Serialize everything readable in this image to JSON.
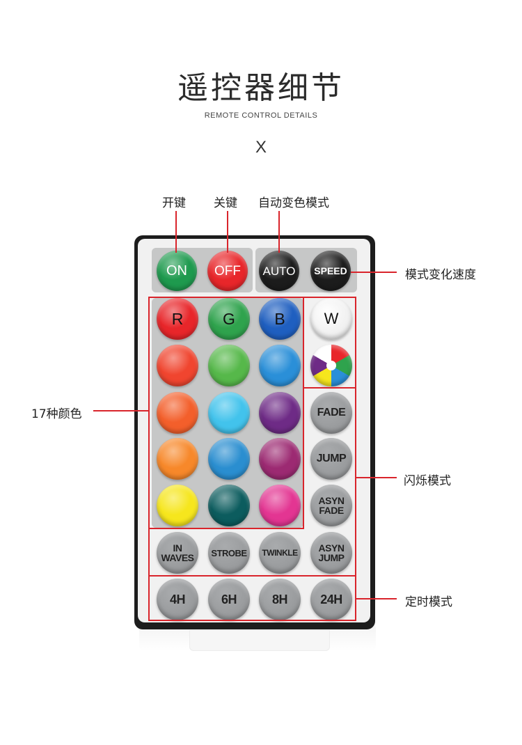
{
  "header": {
    "title": "遥控器细节",
    "subtitle": "REMOTE CONTROL DETAILS",
    "separator": "X"
  },
  "annotations": {
    "power_on": "开键",
    "power_off": "关键",
    "auto_mode": "自动变色模式",
    "speed": "模式变化速度",
    "colors": "17种颜色",
    "flash": "闪烁模式",
    "timer": "定时模式"
  },
  "buttons": {
    "on": "ON",
    "off": "OFF",
    "auto": "AUTO",
    "speed": "SPEED",
    "r": "R",
    "g": "G",
    "b": "B",
    "w": "W",
    "fade": "FADE",
    "jump": "JUMP",
    "asyn_fade_1": "ASYN",
    "asyn_fade_2": "FADE",
    "in_waves_1": "IN",
    "in_waves_2": "WAVES",
    "strobe": "STROBE",
    "twinkle": "TWINKLE",
    "asyn_jump_1": "ASYN",
    "asyn_jump_2": "JUMP",
    "t4h": "4H",
    "t6h": "6H",
    "t8h": "8H",
    "t24h": "24H"
  },
  "colors": {
    "accent_red": "#d9242b",
    "on": "#1e9a4e",
    "off": "#e8262a",
    "auto": "#1c1c1c",
    "speed": "#1c1c1c",
    "r": "#e8262a",
    "g": "#2fa34d",
    "b": "#1f5fc0",
    "row2": [
      "#f0452f",
      "#56b84a",
      "#2a8fd8"
    ],
    "row3": [
      "#f35f2b",
      "#42c3ec",
      "#6e2b86"
    ],
    "row4": [
      "#f7882a",
      "#2a8ed0",
      "#9c2a72"
    ],
    "row5": [
      "#f6e61d",
      "#0c5c5e",
      "#e33592"
    ]
  }
}
